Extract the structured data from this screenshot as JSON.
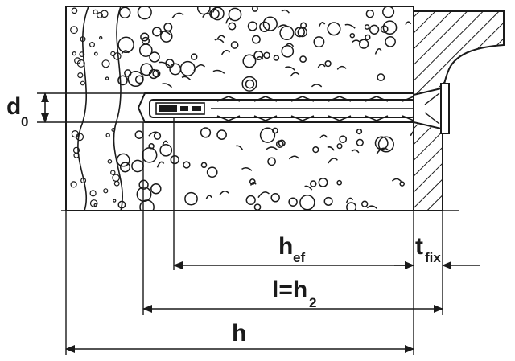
{
  "labels": {
    "d0_main": "d",
    "d0_sub": "0",
    "hef_main": "h",
    "hef_sub": "ef",
    "h2_main": "l=h",
    "h2_sub": "2",
    "h_main": "h",
    "tfix_main": "t",
    "tfix_sub": "fix"
  },
  "colors": {
    "line": "#1a1a1a",
    "background": "#ffffff"
  }
}
